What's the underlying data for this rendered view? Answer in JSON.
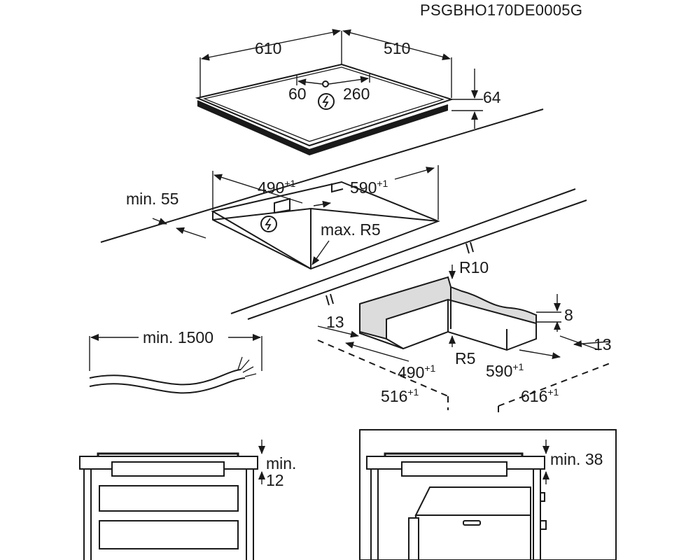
{
  "reference_code": "PSGBHO170DE0005G",
  "hob": {
    "width": "610",
    "depth": "510",
    "height": "64",
    "connection_left": "60",
    "connection_right": "260"
  },
  "cutout": {
    "width": "490",
    "width_tol": "+1",
    "depth": "590",
    "depth_tol": "+1",
    "min_front_edge": "min. 55",
    "corner_radius": "max. R5"
  },
  "cable": {
    "min_length": "min. 1500"
  },
  "frame_detail": {
    "outer_radius": "R10",
    "inner_radius": "R5",
    "depth_step": "8",
    "margin_left": "13",
    "margin_right": "13",
    "inner_width": "490",
    "inner_width_tol": "+1",
    "inner_depth": "590",
    "inner_depth_tol": "+1",
    "outer_width": "516",
    "outer_width_tol": "+1",
    "outer_depth": "616",
    "outer_depth_tol": "+1"
  },
  "install_drawer": {
    "label": "min.",
    "value": "12"
  },
  "install_oven": {
    "label": "min. 38"
  },
  "icons": {
    "electric_connection": "lightning-in-circle"
  }
}
